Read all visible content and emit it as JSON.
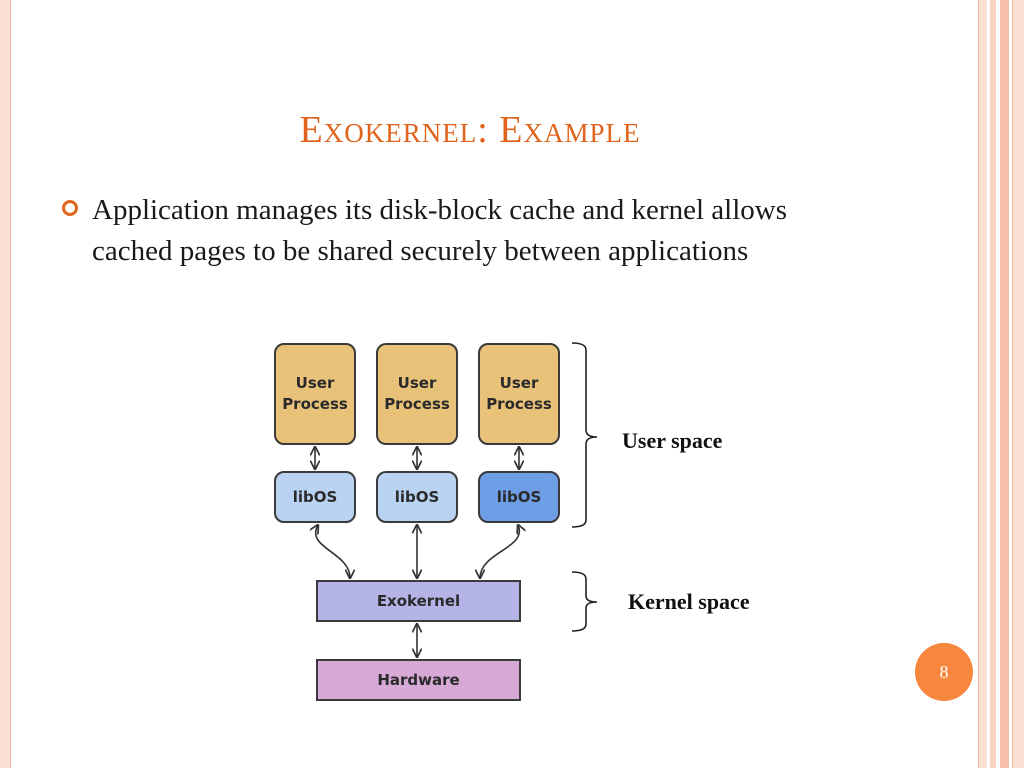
{
  "slide": {
    "title": "Exokernel: Example",
    "bullet": "Application manages its disk-block cache and kernel allows cached pages to be shared securely between applications",
    "page_number": "8"
  },
  "diagram": {
    "user_processes": [
      {
        "label": "User Process"
      },
      {
        "label": "User Process"
      },
      {
        "label": "User Process"
      }
    ],
    "libos": [
      {
        "label": "libOS"
      },
      {
        "label": "libOS"
      },
      {
        "label": "libOS"
      }
    ],
    "exokernel_label": "Exokernel",
    "hardware_label": "Hardware",
    "user_space_label": "User space",
    "kernel_space_label": "Kernel space"
  },
  "colors": {
    "accent": "#e0641c",
    "user_process": "#e9c27a",
    "libos": "#bad3f2",
    "libos_highlight": "#6e9ee6",
    "exokernel": "#b4b4e6",
    "hardware": "#d7a9d6"
  }
}
